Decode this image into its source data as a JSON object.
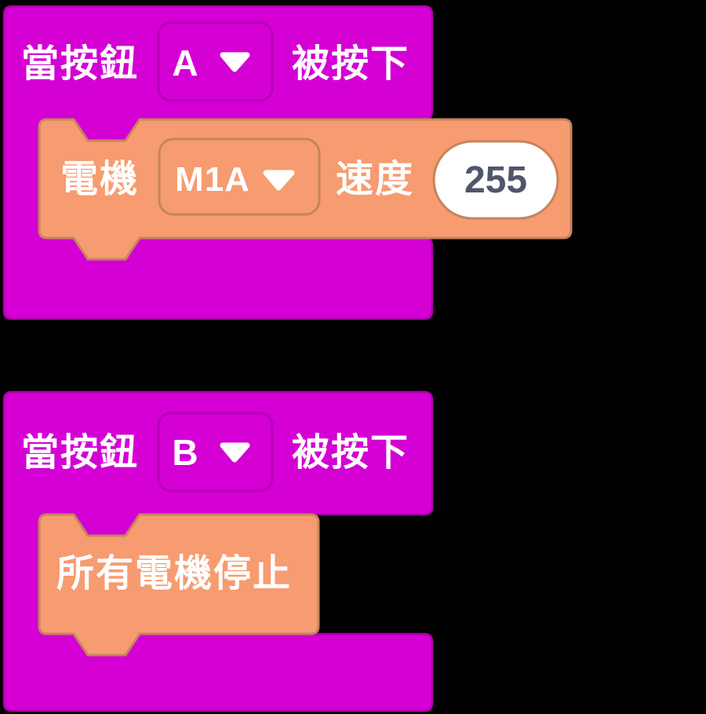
{
  "colors": {
    "background": "#000000",
    "event_block_fill": "#D400D4",
    "event_block_stroke": "#A800A8",
    "event_dropdown_stroke": "#B400B4",
    "motor_block_fill": "#F79B70",
    "motor_block_stroke": "#C5855C",
    "value_fill": "#FFFFFF",
    "value_text": "#50566B",
    "label_text": "#FFFFFF"
  },
  "script_a": {
    "hat": {
      "prefix": "當按鈕",
      "button": "A",
      "suffix": "被按下"
    },
    "motor_speed": {
      "motor_label": "電機",
      "port": "M1A",
      "speed_label": "速度",
      "speed_value": "255"
    }
  },
  "script_b": {
    "hat": {
      "prefix": "當按鈕",
      "button": "B",
      "suffix": "被按下"
    },
    "stop": {
      "label": "所有電機停止"
    }
  }
}
